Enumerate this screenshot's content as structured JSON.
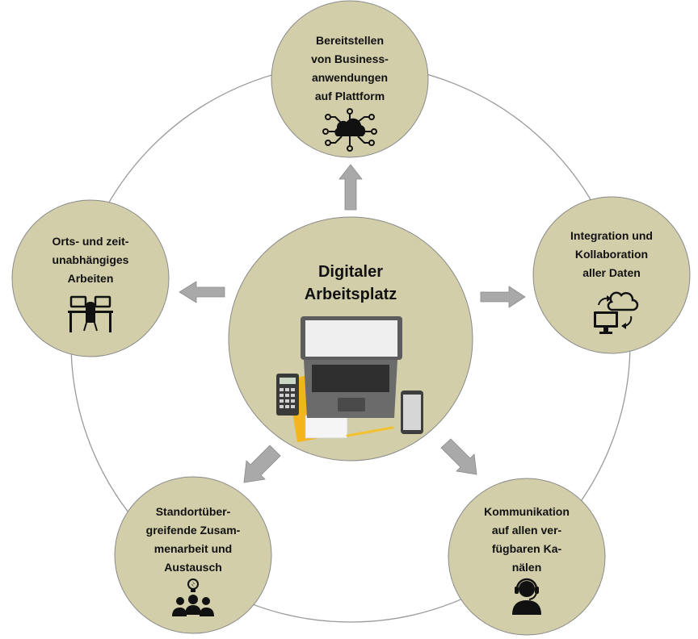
{
  "center": {
    "title_lines": [
      "Digitaler",
      "Arbeitsplatz"
    ]
  },
  "nodes": [
    {
      "id": "top",
      "lines": [
        "Bereitstellen",
        "von Business-",
        "anwendungen",
        "auf Plattform"
      ],
      "icon": "cloud-network-icon"
    },
    {
      "id": "right",
      "lines": [
        "Integration und",
        "Kollaboration",
        "aller Daten"
      ],
      "icon": "cloud-sync-computer-icon"
    },
    {
      "id": "bottom-right",
      "lines": [
        "Kommunikation",
        "auf allen ver-",
        "fügbaren Ka-",
        "nälen"
      ],
      "icon": "headset-agent-icon"
    },
    {
      "id": "bottom-left",
      "lines": [
        "Standortüber-",
        "greifende Zusam-",
        "menarbeit und",
        "Austausch"
      ],
      "icon": "team-idea-icon"
    },
    {
      "id": "left",
      "lines": [
        "Orts- und zeit-",
        "unabhängiges",
        "Arbeiten"
      ],
      "icon": "workspace-desks-icon"
    }
  ],
  "colors": {
    "circle_fill": "#d2ceaa",
    "circle_stroke": "#8a8a8a",
    "ring": "#9a9a9a",
    "arrow": "#a9a9a9",
    "arrow_stroke": "#8a8a8a",
    "icon": "#111111"
  }
}
